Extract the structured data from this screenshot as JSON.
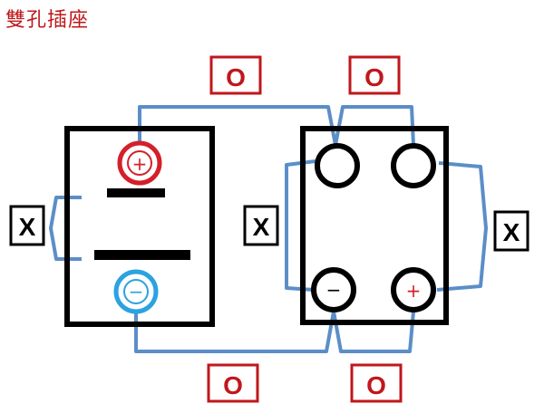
{
  "title": "雙孔插座",
  "labels": {
    "top_o_left": "O",
    "top_o_right": "O",
    "bottom_o_left": "O",
    "bottom_o_right": "O",
    "x_left": "X",
    "x_middle": "X",
    "x_right": "X"
  },
  "battery": {
    "plus_symbol": "+",
    "minus_symbol": "−"
  },
  "socket": {
    "minus_symbol": "−",
    "plus_symbol": "+"
  },
  "colors": {
    "title": "#c0171b",
    "wire": "#5b8ec8",
    "o_label": "#c0171b",
    "plus_terminal": "#d4202a",
    "minus_terminal": "#2aa3e0",
    "outline": "#000000"
  }
}
